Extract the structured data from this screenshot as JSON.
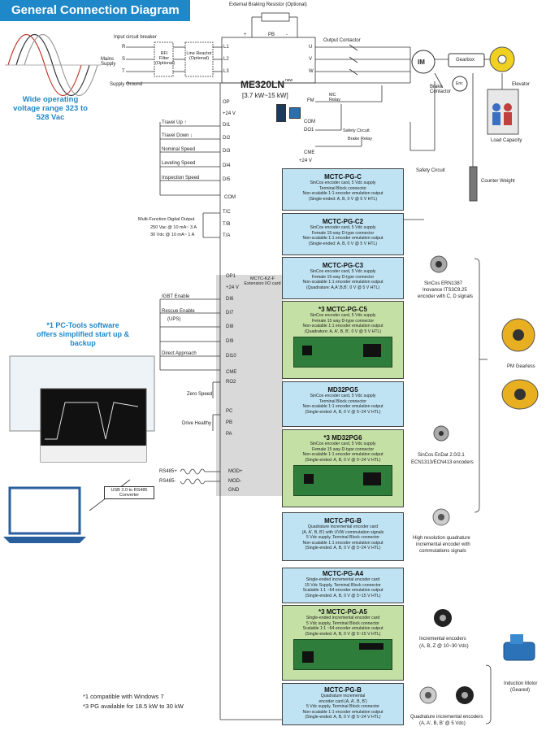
{
  "title": "General Connection Diagram",
  "top": {
    "braking_resistor": "External Braking Resistor (Optional)",
    "input_breaker": "Input circuit breaker",
    "mains": "Mains Supply",
    "supply_ground": "Supply Ground",
    "rfi": "RFI Filter (Optional)",
    "line_reactor": "Line Reactor (Optional)",
    "output_contactor": "Output Contactor",
    "pb": "PB",
    "plus": "+",
    "minus": "-",
    "r": "R",
    "s": "S",
    "t": "T",
    "l1": "L1",
    "l2": "L2",
    "l3": "L3",
    "u": "U",
    "v": "V",
    "w": "W",
    "im": "IM",
    "gearbox": "Gearbox",
    "enc": "Enc",
    "elevator": "Elevator",
    "load_capacity": "Load Capacity",
    "counter_weight": "Counter Weight",
    "brake_contactor": "Brake Contactor",
    "safety_circuit": "Safety Circuit"
  },
  "left": {
    "voltage": "Wide operating voltage range 323 to 528 Vac",
    "pctools": "*1 PC-Tools software offers simplified start up & backup",
    "usb": "USB 2.0 to RS485 Converter",
    "mfo": "Multi-Function Digital Output",
    "mfo_l1": "250 Vac @ 10 mA~ 3 A",
    "mfo_l2": "30 Vdc @ 10 mA~ 1 A",
    "footnote1": "*1 compatible with Windows 7",
    "footnote2": "*3 PG available for 18.5 kW to 30 kW"
  },
  "drive": {
    "model": "ME320LN",
    "sup": "new",
    "range": "[3.7 kW~15 kW]",
    "mc": "MC Relay",
    "mc_short": "MC",
    "safety_circuit": "Safety Circuit",
    "brake_relay": "Brake Relay",
    "fm": "FM",
    "com": "COM",
    "do1": "DO1",
    "cme": "CME",
    "plus24": "+24 V",
    "ext_card": "MCTC-KZ-F Extension I/O card"
  },
  "inputs": [
    {
      "label": "Travel Up ↑",
      "term": "DI1"
    },
    {
      "label": "Travel Down ↓",
      "term": "DI2"
    },
    {
      "label": "Nominal Speed",
      "term": "DI3"
    },
    {
      "label": "Leveling Speed",
      "term": "DI4"
    },
    {
      "label": "Inspection Speed",
      "term": "DI5"
    }
  ],
  "ext_inputs": [
    {
      "label": "IGBT Enable",
      "term": "DI6"
    },
    {
      "label": "Rescue Enable",
      "term": "DI7"
    },
    {
      "label": "(UPS)",
      "term": "DI8"
    },
    {
      "label": "",
      "term": "DI9"
    },
    {
      "label": "Direct Approach",
      "term": "DI10"
    }
  ],
  "terms": {
    "op": "OP",
    "v24": "+24 V",
    "com": "COM",
    "tc": "T/C",
    "tb": "T/B",
    "ta": "T/A",
    "op1": "OP1",
    "v24b": "+24 V",
    "cme": "CME",
    "ro2": "RO2",
    "pc": "PC",
    "pb": "PB",
    "pa": "PA",
    "zero": "Zero Speed",
    "healthy": "Drive Healthy",
    "rs485p": "RS485+",
    "rs485m": "RS485-",
    "modp": "MOD+",
    "modm": "MOD-",
    "gnd": "GND"
  },
  "cards": [
    {
      "name": "MCTC-PG-C",
      "lines": [
        "SinCos encoder card, 5 Vdc supply",
        "Terminal Block connector",
        "Non-scalable 1:1 encoder emulation output",
        "(Single-ended: A, B, 0 V @ 5 V HTL)"
      ]
    },
    {
      "name": "MCTC-PG-C2",
      "lines": [
        "SinCos encoder card, 5 Vdc supply",
        "Female 15-way D-type connector",
        "Non-scalable 1:1 encoder emulation output",
        "(Single-ended: A, B, 0 V @ 5 V HTL)"
      ]
    },
    {
      "name": "MCTC-PG-C3",
      "lines": [
        "SinCos encoder card, 5 Vdc supply",
        "Female 15-way D-type connector",
        "Non-scalable 1:1 encoder emulation output",
        "(Quadrature: A,A',B,B', 0 V @ 5 V HTL)"
      ]
    },
    {
      "name": "*3 MCTC-PG-C5",
      "lines": [
        "SinCos encoder card, 5 Vdc supply",
        "Female 15 way D-type connector",
        "Non-scalable 1:1 encoder emulation output",
        "(Quadrature: A, A', B, B', 0 V @ 5 V HTL)"
      ]
    },
    {
      "name": "MD32PG5",
      "lines": [
        "SinCos encoder card, 5 Vdc supply",
        "Terminal Block connector",
        "Non-scalable 1:1 encoder emulation output",
        "(Single-ended: A, B, 0 V @ 5~24 V HTL)"
      ]
    },
    {
      "name": "*3 MD32PG6",
      "lines": [
        "SinCos encoder card, 5 Vdc supply",
        "Female 15 way D-type connector",
        "Non-scalable 1:1 encoder emulation output",
        "(Single-ended: A, B, 0 V @ 5~24 V HTL)"
      ]
    },
    {
      "name": "MCTC-PG-B",
      "lines": [
        "Quadrature incremental encoder card",
        "(A, A', B, B') with UVW commutation signals",
        "5 Vdc supply, Terminal Block connector",
        "Non-scalable 1:1 encoder emulation output",
        "(Single-ended: A, B, 0 V @ 5~24 V HTL)"
      ]
    },
    {
      "name": "MCTC-PG-A4",
      "lines": [
        "Single-ended incremental encoder card",
        "15 Vdc Supply, Terminal Block connector",
        "Scalable 1:1 ~64 encoder emulation output",
        "(Single-ended: A, B, 0 V @ 5~15 V HTL)"
      ]
    },
    {
      "name": "*3 MCTC-PG-A5",
      "lines": [
        "Single-ended incremental encoder card",
        "5 Vdc supply, Terminal Block connector",
        "Scalable 1:1 ~64 encoder emulation output",
        "(Single-ended: A, B, 0 V @ 5~15 V HTL)"
      ]
    },
    {
      "name": "MCTC-PG-B",
      "lines": [
        "Quadrature incremental",
        "encoder card (A, A', B, B')",
        "5 Vdc supply, Terminal Block connector",
        "Non-scalable 1:1 encoder emulation output",
        "(Single-ended: A, B, 0 V @ 5~24 V HTL)"
      ]
    }
  ],
  "encoders": {
    "ern": "SinCos ERN1387",
    "ern2": "Inovance ITS3C9.25",
    "ern3": "encoder with C, D signals",
    "pm": "PM Gearless",
    "endat": "SinCos EnDat 2.0/2.1",
    "endat2": "ECN1313/ECN413 encoders",
    "hr1": "High resolution quadrature",
    "hr2": "incremental encoder with",
    "hr3": "commutations signals",
    "inc1": "Incremental encoders",
    "inc2": "(A, B, Z @ 10~30 Vdc)",
    "im1": "Induction Motor",
    "im2": "(Geared)",
    "q1": "Quadrature incremental encoders",
    "q2": "(A, A', B, B' @ 5 Vdc)"
  },
  "colors": {
    "accent": "#1f88c8",
    "card_blue": "#bfe3f3",
    "card_green": "#c5e0a5",
    "ext_panel": "#d9d9d9"
  }
}
